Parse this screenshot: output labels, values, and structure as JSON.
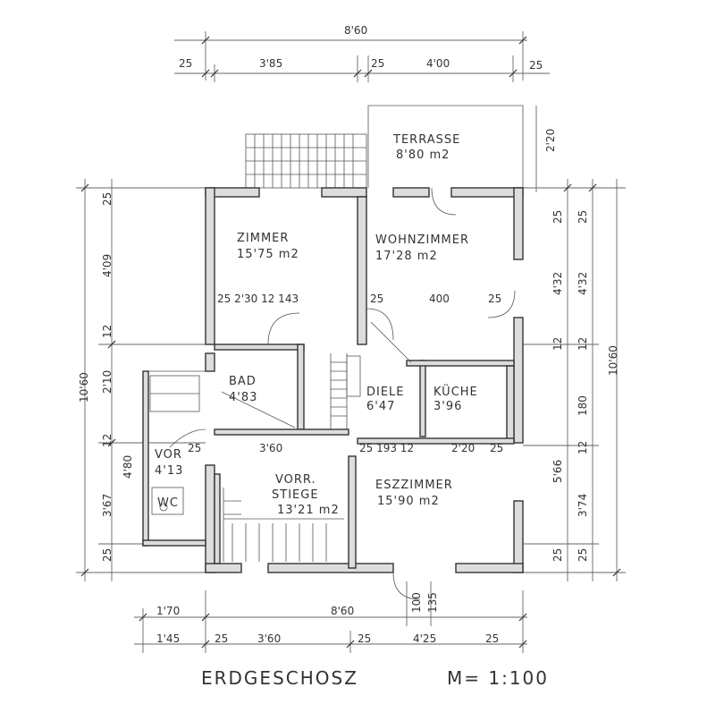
{
  "dimensions": {
    "top_total": "8'60",
    "top_25_left": "25",
    "top_385": "3'85",
    "top_25_mid": "25",
    "top_400": "4'00",
    "top_25_right": "25",
    "terrace_depth": "2'20",
    "left_25_top": "25",
    "left_409": "4'09",
    "left_12": "12",
    "left_1060": "10'60",
    "left_210": "2'10",
    "left_12b": "12",
    "left_480": "4'80",
    "left_367": "3'67",
    "left_25_bottom": "25",
    "right_25a": "25",
    "right_25b": "25",
    "right_432a": "4'32",
    "right_432b": "4'32",
    "right_12a": "12",
    "right_12b": "12",
    "right_1060": "10'60",
    "right_180": "180",
    "right_12c": "12",
    "right_566": "5'66",
    "right_374": "3'74",
    "right_25c": "25",
    "right_25d": "25",
    "bottom_170": "1'70",
    "bottom_860": "8'60",
    "bottom_100": "100",
    "bottom_135": "135",
    "bottom_145": "1'45",
    "bottom_25a": "25",
    "bottom_360": "3'60",
    "bottom_25b": "25",
    "bottom_425": "4'25",
    "bottom_25c": "25"
  },
  "inner_dims": {
    "zimmer_row": "25  2'30  12   143",
    "wohn_25": "25",
    "wohn_400": "400",
    "wohn_25b": "25",
    "bad_row_25": "25",
    "bad_row_360": "3'60",
    "kueche_row": "25  193  12",
    "kueche_220": "2'20",
    "kueche_25": "25"
  },
  "rooms": {
    "terrasse_name": "TERRASSE",
    "terrasse_area": "8'80 m2",
    "zimmer_name": "ZIMMER",
    "zimmer_area": "15'75 m2",
    "wohnzimmer_name": "WOHNZIMMER",
    "wohnzimmer_area": "17'28 m2",
    "bad_name": "BAD",
    "bad_area": "4'83",
    "diele_name": "DIELE",
    "diele_area": "6'47",
    "kueche_name": "KÜCHE",
    "kueche_area": "3'96",
    "vor_name": "VOR",
    "vor_area": "4'13",
    "wc_name": "WC",
    "vorr_name": "VORR.",
    "stiege_name": "STIEGE",
    "vorr_area": "13'21 m2",
    "esszimmer_name": "ESZZIMMER",
    "esszimmer_area": "15'90 m2"
  },
  "title": "ERDGESCHOSZ",
  "scale": "M= 1:100",
  "colors": {
    "line": "#333333",
    "wall_fill": "#dddddd",
    "paper": "#ffffff"
  }
}
